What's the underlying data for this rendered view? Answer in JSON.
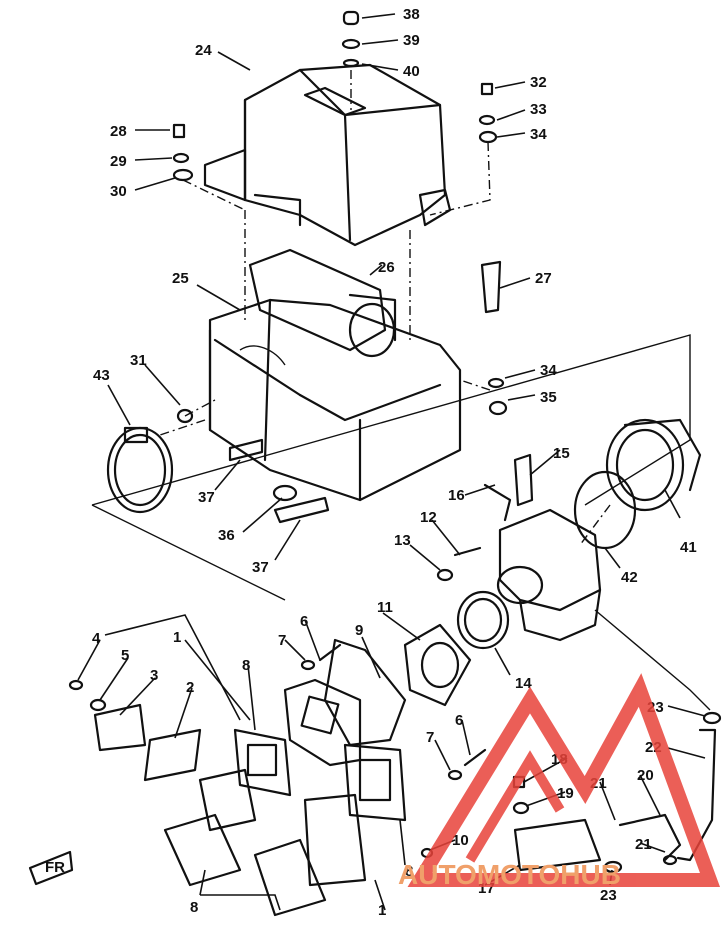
{
  "callouts": {
    "c1": "1",
    "c2": "2",
    "c3": "3",
    "c4": "4",
    "c5": "5",
    "c6": "6",
    "c7": "7",
    "c8": "8",
    "c9": "9",
    "c10": "10",
    "c11": "11",
    "c12": "12",
    "c13": "13",
    "c14": "14",
    "c15": "15",
    "c16": "16",
    "c17": "17",
    "c18": "18",
    "c19": "19",
    "c20": "20",
    "c21": "21",
    "c22": "22",
    "c23": "23",
    "c24": "24",
    "c25": "25",
    "c26": "26",
    "c27": "27",
    "c28": "28",
    "c29": "29",
    "c30": "30",
    "c31": "31",
    "c32": "32",
    "c33": "33",
    "c34": "34",
    "c35": "35",
    "c36": "36",
    "c37": "37",
    "c38": "38",
    "c39": "39",
    "c40": "40",
    "c41": "41",
    "c42": "42",
    "c43": "43"
  },
  "front_mark": "FR",
  "watermark": "AUTOMOTOHUB",
  "colors": {
    "line": "#111111",
    "watermark_red": "#e8433a",
    "watermark_orange": "#f0a06a"
  }
}
